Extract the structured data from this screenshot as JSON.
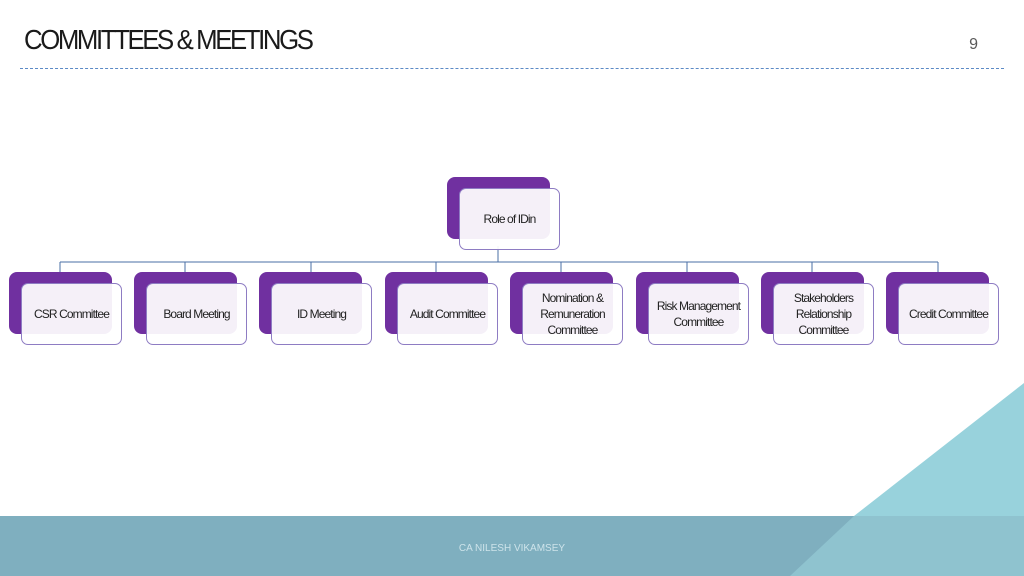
{
  "slide": {
    "title": "COMMITTEES & MEETINGS",
    "page_number": "9",
    "footer": "CA NILESH VIKAMSEY"
  },
  "org_chart": {
    "root": {
      "label": "Role of IDin"
    },
    "children": [
      {
        "label": "CSR Committee"
      },
      {
        "label": "Board Meeting"
      },
      {
        "label": "ID Meeting"
      },
      {
        "label": "Audit Committee"
      },
      {
        "label": "Nomination & Remuneration Committee"
      },
      {
        "label": "Risk Management Committee"
      },
      {
        "label": "Stakeholders Relationship Committee"
      },
      {
        "label": "Credit Committee"
      }
    ]
  },
  "colors": {
    "accent_purple": "#7030a0",
    "card_border": "#8e7cc3",
    "connector": "#4a6fa5",
    "teal_band": "#7fafbf",
    "teal_corner": "#98d2dc",
    "dashed_rule": "#5b8ac6"
  }
}
